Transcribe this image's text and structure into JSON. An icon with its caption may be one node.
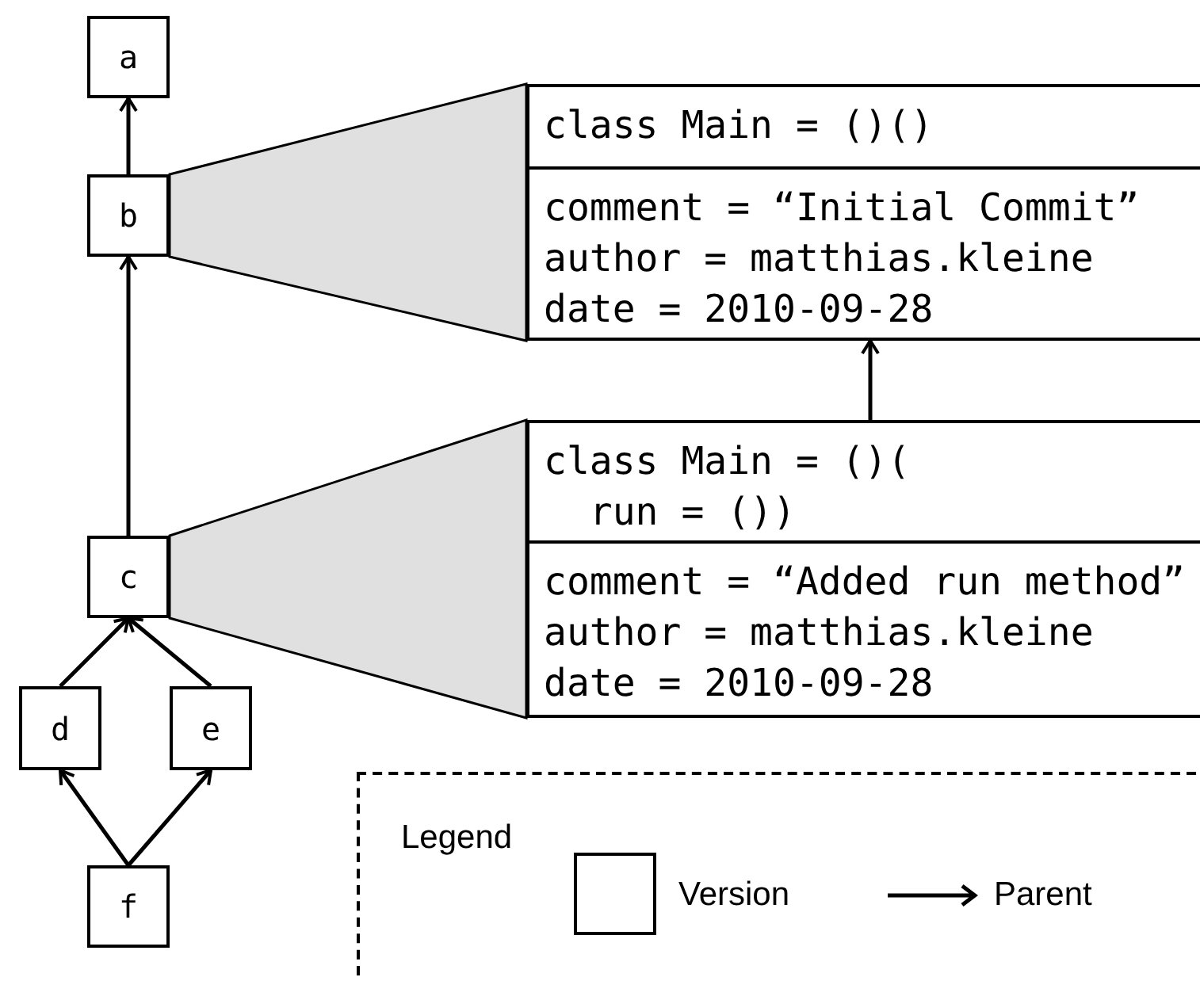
{
  "diagram": {
    "nodes": [
      {
        "text": [
          "a"
        ]
      },
      {
        "text": [
          "b"
        ]
      },
      {
        "text": [
          "c"
        ]
      },
      {
        "text": [
          "d"
        ]
      },
      {
        "text": [
          "e"
        ]
      },
      {
        "text": [
          "f"
        ]
      },
      {
        "text": [
          "class Main = ()()",
          "comment = “Initial Commit” author = matthias.kleine date = 2010-09-28"
        ]
      },
      {
        "text": [
          "class Main = ()( run = ())",
          "comment = “Added run method” author = matthias.kleine date = 2010-09-28"
        ]
      },
      {
        "text": [],
        "shape": "trapezoid"
      },
      {
        "text": [],
        "shape": "trapezoid"
      }
    ],
    "edges": [
      {
        "from": 1,
        "to": 0,
        "arrow": "to"
      },
      {
        "from": 2,
        "to": 1,
        "arrow": "to"
      },
      {
        "from": 3,
        "to": 2,
        "arrow": "to"
      },
      {
        "from": 4,
        "to": 2,
        "arrow": "to"
      },
      {
        "from": 5,
        "to": 3,
        "arrow": "to"
      },
      {
        "from": 5,
        "to": 4,
        "arrow": "to"
      },
      {
        "from": 7,
        "to": 6,
        "arrow": "to"
      }
    ],
    "labels": [
      "Legend"
    ],
    "legend": [
      {
        "text": "Version"
      },
      {
        "text": "Parent"
      }
    ]
  }
}
